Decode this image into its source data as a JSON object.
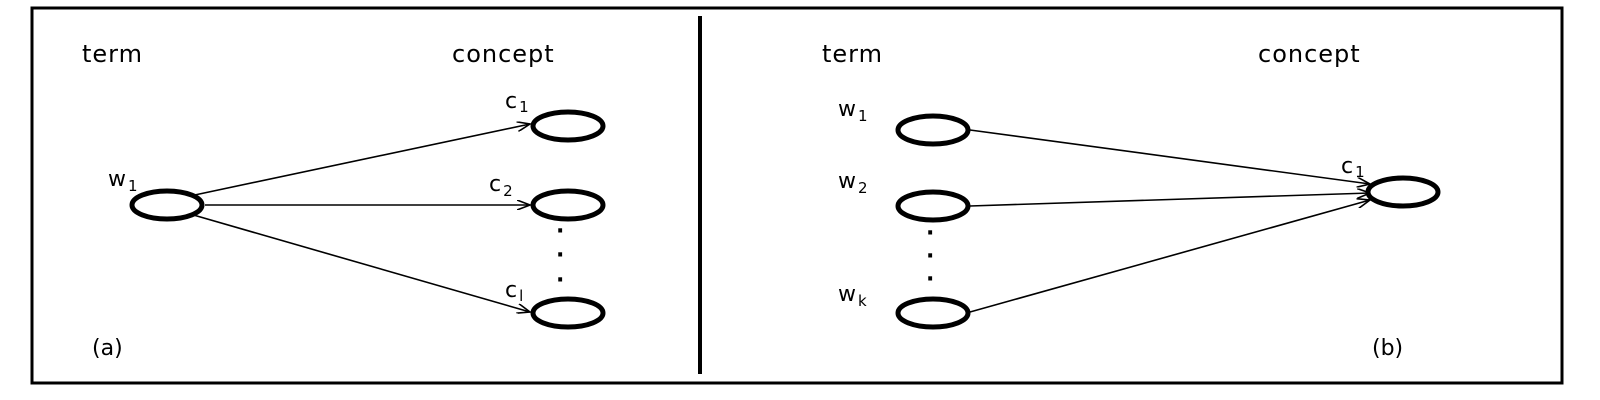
{
  "panel_a": {
    "term_heading": "term",
    "concept_heading": "concept",
    "panel_label": "(a)",
    "term_node": {
      "base": "w",
      "sub": "1"
    },
    "concept_nodes": [
      {
        "base": "c",
        "sub": "1"
      },
      {
        "base": "c",
        "sub": "2"
      },
      {
        "base": "c",
        "sub": "l"
      }
    ],
    "ellipsis": "·"
  },
  "panel_b": {
    "term_heading": "term",
    "concept_heading": "concept",
    "panel_label": "(b)",
    "term_nodes": [
      {
        "base": "w",
        "sub": "1"
      },
      {
        "base": "w",
        "sub": "2"
      },
      {
        "base": "w",
        "sub": "k"
      }
    ],
    "concept_node": {
      "base": "c",
      "sub": "1"
    },
    "ellipsis": "·"
  }
}
